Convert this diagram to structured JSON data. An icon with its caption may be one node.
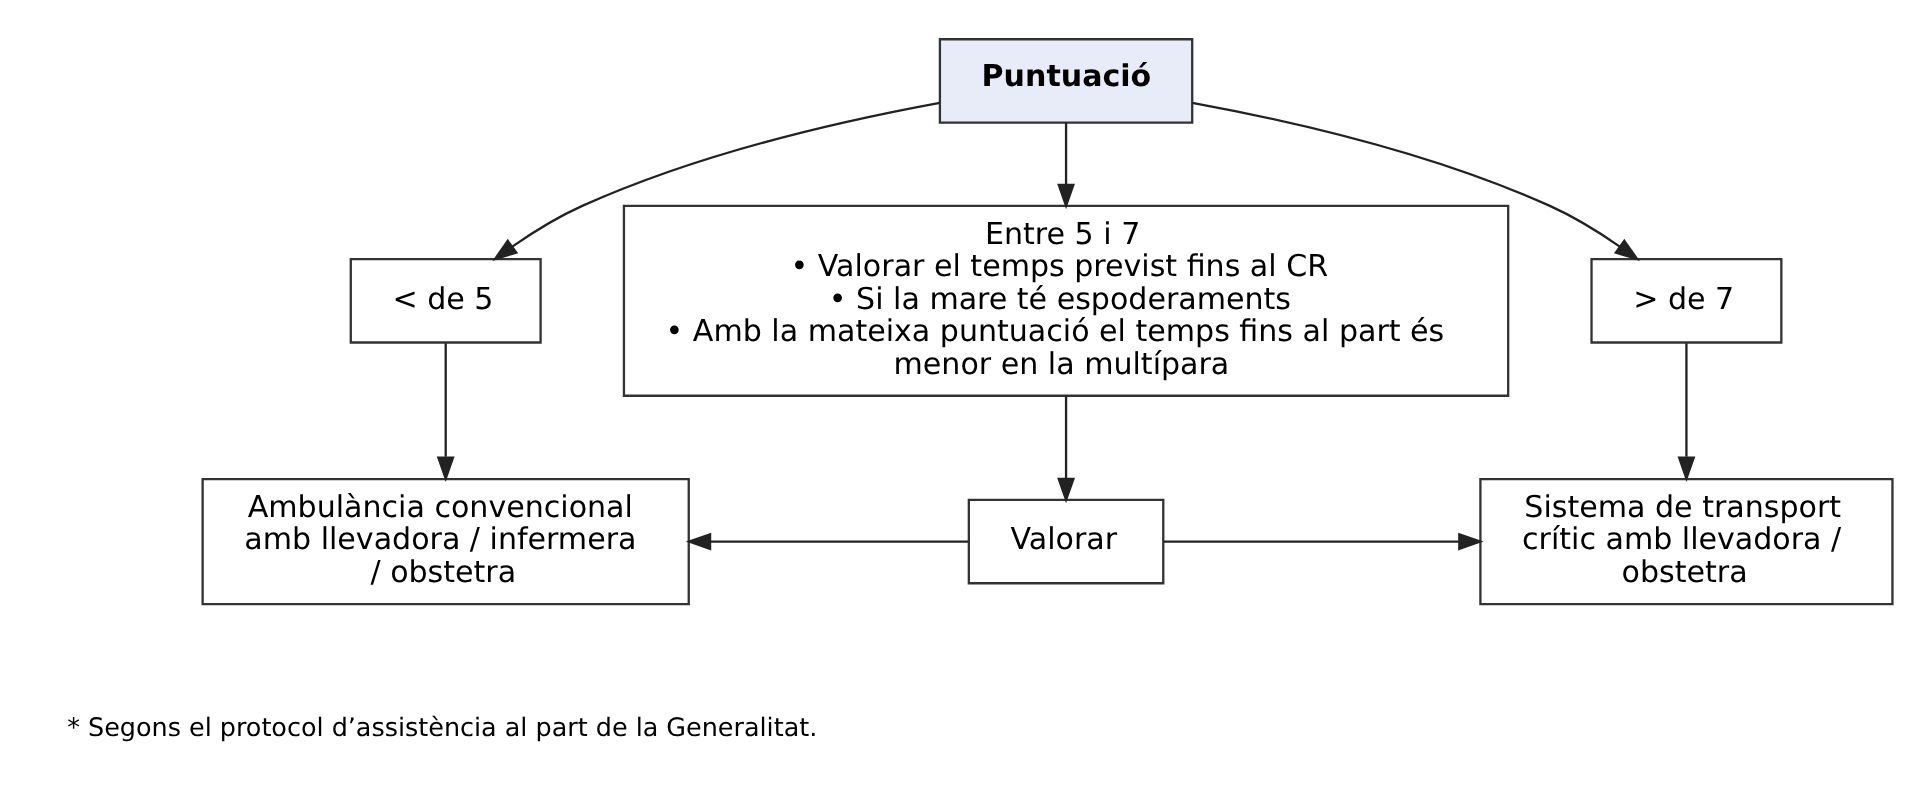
{
  "diagram": {
    "nodes": [
      {
        "text": [
          "Puntuació"
        ]
      },
      {
        "text": [
          "< de 5"
        ]
      },
      {
        "text": [
          "Entre 5 i 7",
          "• Valorar el temps previst fins al CR",
          "• Si la mare té espoderaments",
          "• Amb la mateixa puntuació el temps fins al part és menor en la multípara"
        ]
      },
      {
        "text": [
          "> de 7"
        ]
      },
      {
        "text": [
          "Ambulància convencional amb llevadora / infermera / obstetra"
        ]
      },
      {
        "text": [
          "Valorar"
        ]
      },
      {
        "text": [
          "Sistema de transport crític amb llevadora / obstetra"
        ]
      }
    ],
    "edges": [
      {
        "from": 0,
        "to": 1,
        "arrow": "to"
      },
      {
        "from": 0,
        "to": 2,
        "arrow": "to"
      },
      {
        "from": 0,
        "to": 3,
        "arrow": "to"
      },
      {
        "from": 1,
        "to": 4,
        "arrow": "to"
      },
      {
        "from": 2,
        "to": 5,
        "arrow": "to"
      },
      {
        "from": 3,
        "to": 6,
        "arrow": "to"
      },
      {
        "from": 5,
        "to": 4,
        "arrow": "to"
      },
      {
        "from": 5,
        "to": 6,
        "arrow": "to"
      }
    ],
    "labels": [
      "* Segons el protocol d’assistència al part de la Generalitat."
    ]
  }
}
